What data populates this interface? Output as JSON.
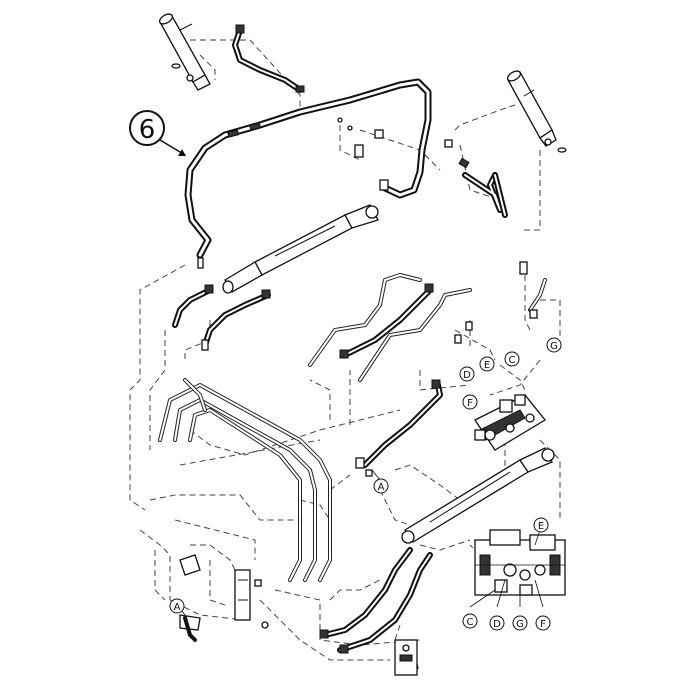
{
  "diagram": {
    "main_callout": "6",
    "callouts": [
      {
        "id": "e-top",
        "label": "E"
      },
      {
        "id": "c-top",
        "label": "C"
      },
      {
        "id": "g-top",
        "label": "G"
      },
      {
        "id": "d-mid",
        "label": "D"
      },
      {
        "id": "f-mid",
        "label": "F"
      },
      {
        "id": "a-mid",
        "label": "A"
      },
      {
        "id": "a-low",
        "label": "A"
      },
      {
        "id": "e-valve",
        "label": "E"
      },
      {
        "id": "c-valve",
        "label": "C"
      },
      {
        "id": "d-valve",
        "label": "D"
      },
      {
        "id": "g-valve",
        "label": "G"
      },
      {
        "id": "f-valve",
        "label": "F"
      }
    ]
  }
}
